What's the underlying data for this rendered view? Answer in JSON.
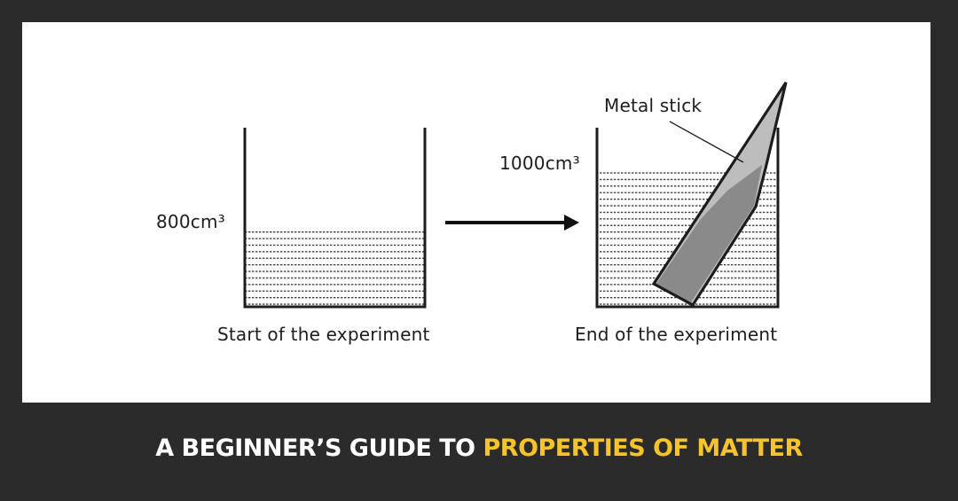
{
  "diagram": {
    "left_beaker": {
      "volume_label": "800cm³",
      "caption": "Start of the experiment"
    },
    "right_beaker": {
      "volume_label": "1000cm³",
      "caption": "End of the experiment",
      "object_label": "Metal stick"
    },
    "arrow": "right-arrow"
  },
  "footer": {
    "title_white": "A BEGINNER’S GUIDE TO",
    "title_highlight": "PROPERTIES OF MATTER"
  },
  "colors": {
    "background": "#2b2b2b",
    "panel": "#ffffff",
    "highlight": "#f5c42c",
    "stick_light": "#bdbdbd",
    "stick_dark": "#8a8a8a"
  }
}
